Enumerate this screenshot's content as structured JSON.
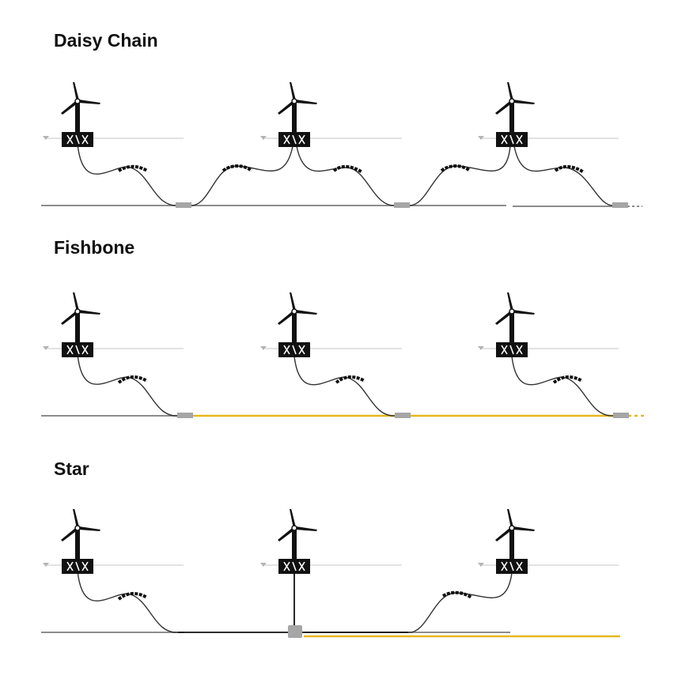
{
  "diagram": {
    "panels": [
      {
        "id": "daisy",
        "title": "Daisy Chain"
      },
      {
        "id": "fishbone",
        "title": "Fishbone"
      },
      {
        "id": "star",
        "title": "Star"
      }
    ],
    "colors": {
      "turbine": "#111111",
      "cable": "#333333",
      "seabed": "#8c8c8c",
      "sea_surface": "#d9d9d9",
      "water_marker": "#b3b3b3",
      "buoyancy": "#111111",
      "connector": "#a6a6a6",
      "export_cable": "#e6b81f",
      "trunk_cable": "#111111"
    },
    "icons": [
      "floating-wind-turbine-icon",
      "water-level-marker-icon",
      "cable-connector-icon",
      "buoyancy-module-icon"
    ]
  }
}
